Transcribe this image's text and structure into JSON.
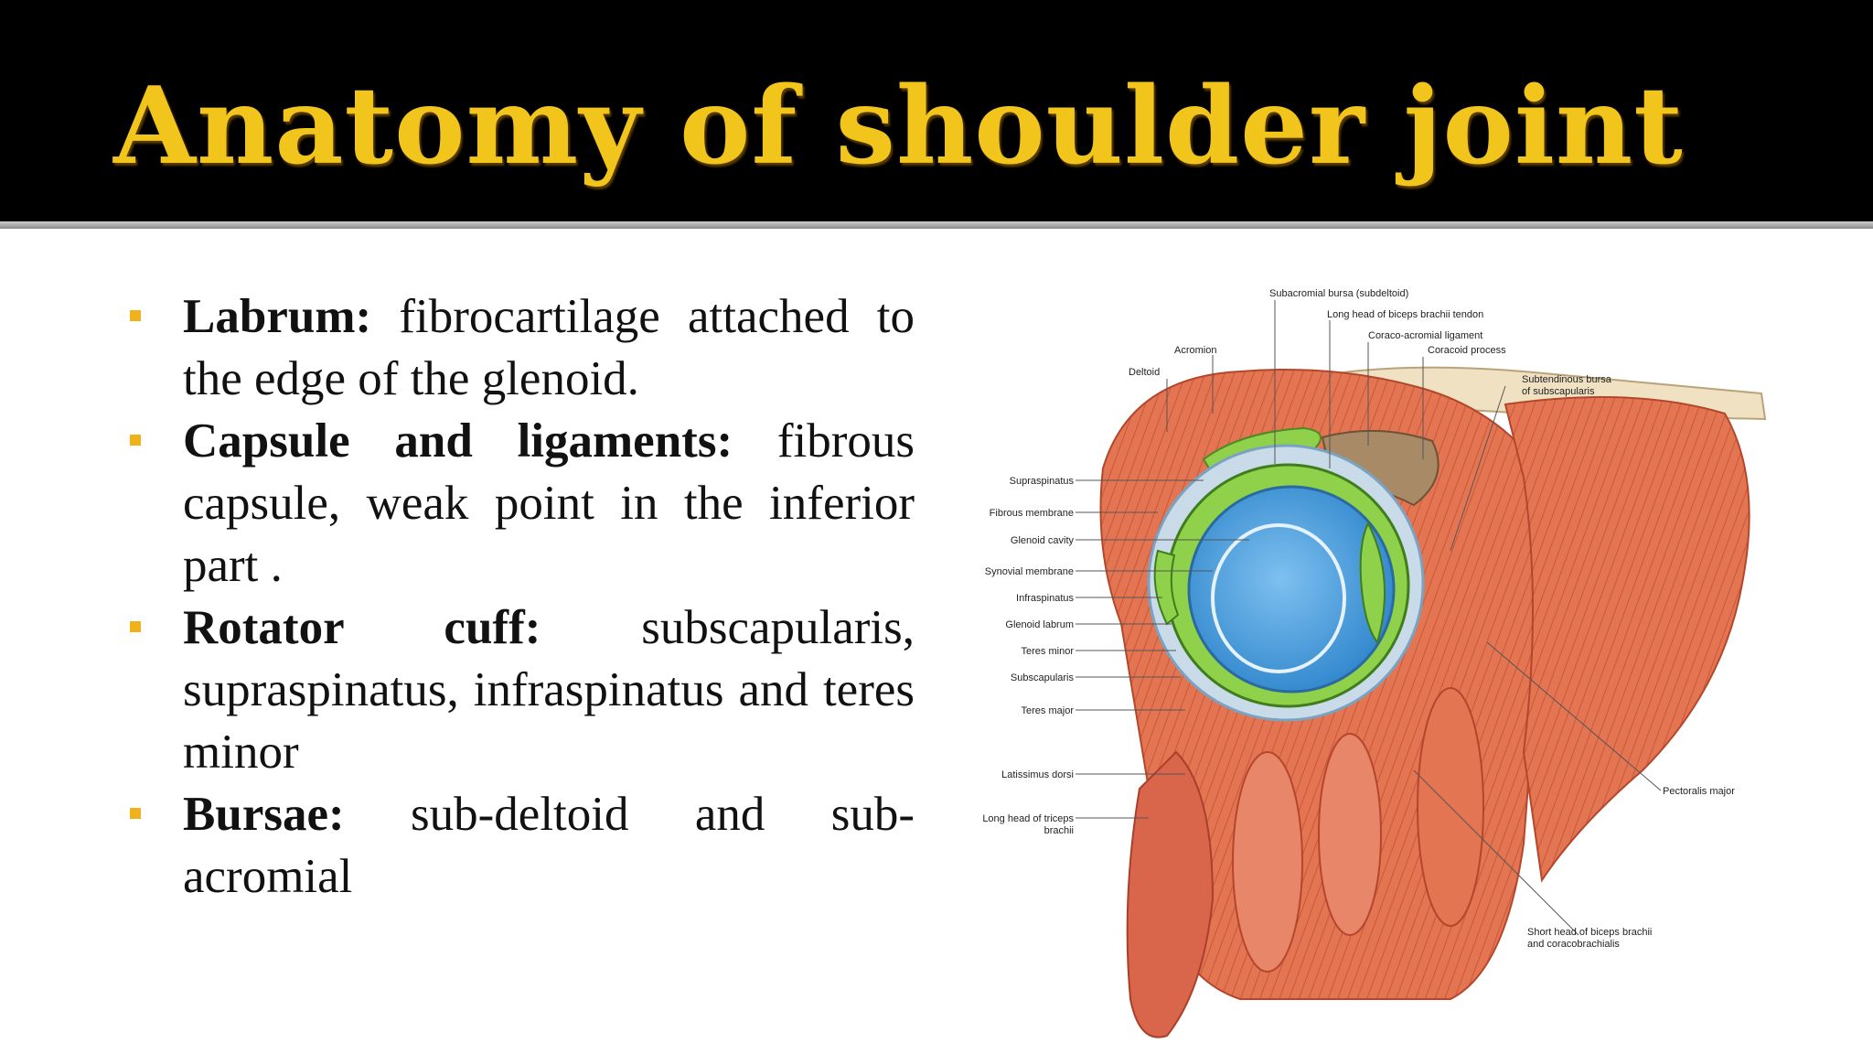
{
  "slide": {
    "title": "Anatomy of shoulder joint"
  },
  "bullets": [
    {
      "term": "Labrum:",
      "text": "fibrocartilage attached to the edge of the glenoid."
    },
    {
      "term": "Capsule and ligaments:",
      "text": "fibrous capsule, weak point in the inferior part ."
    },
    {
      "term": "Rotator cuff:",
      "text": "subscapularis, supraspinatus, infraspinatus and teres minor"
    },
    {
      "term": "Bursae:",
      "text": "sub-deltoid and sub-acromial"
    }
  ],
  "figure": {
    "labels": {
      "subacromial_bursa": "Subacromial bursa (subdeltoid)",
      "long_head_tendon": "Long head of biceps brachii tendon",
      "coraco_acromial": "Coraco-acromial ligament",
      "coracoid_process": "Coracoid process",
      "acromion": "Acromion",
      "deltoid": "Deltoid",
      "subtendinous_1": "Subtendinous bursa",
      "subtendinous_2": "of subscapularis",
      "supraspinatus": "Supraspinatus",
      "fibrous_membrane": "Fibrous membrane",
      "glenoid_cavity": "Glenoid cavity",
      "synovial_membrane": "Synovial membrane",
      "infraspinatus": "Infraspinatus",
      "glenoid_labrum": "Glenoid labrum",
      "teres_minor": "Teres minor",
      "subscapularis": "Subscapularis",
      "teres_major": "Teres major",
      "latissimus_dorsi": "Latissimus dorsi",
      "long_head_triceps_1": "Long head of triceps",
      "long_head_triceps_2": "brachii",
      "pectoralis_major": "Pectoralis major",
      "short_head_1": "Short head of biceps brachii",
      "short_head_2": "and coracobrachialis"
    }
  },
  "colors": {
    "header_bg": "#000000",
    "title": "#f2c51c",
    "bullet_marker": "#f0b21a",
    "muscle": "#e0714f",
    "cartilage": "#8fd14a",
    "glenoid": "#5aa8e6"
  }
}
